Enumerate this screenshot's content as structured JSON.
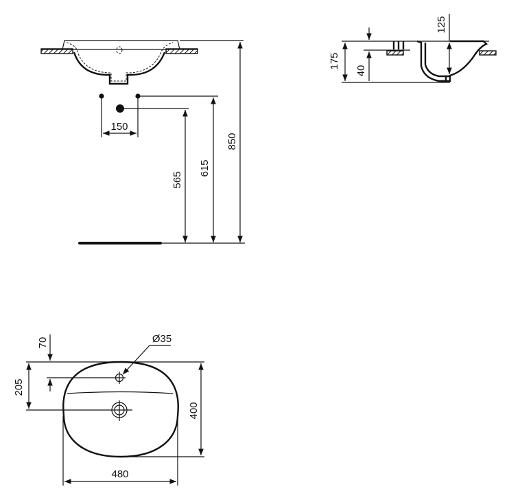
{
  "drawing": {
    "front_view": {
      "dimensions": {
        "tap_spacing": "150",
        "waste_height": "565",
        "supply_height": "615",
        "rim_height": "850"
      }
    },
    "side_view": {
      "dimensions": {
        "total_depth": "175",
        "rim_to_counter": "40",
        "bowl_depth": "125"
      }
    },
    "top_view": {
      "dimensions": {
        "tap_hole_diameter": "Ø35",
        "tap_hole_offset": "70",
        "waste_offset": "205",
        "depth": "400",
        "width": "480"
      }
    }
  }
}
